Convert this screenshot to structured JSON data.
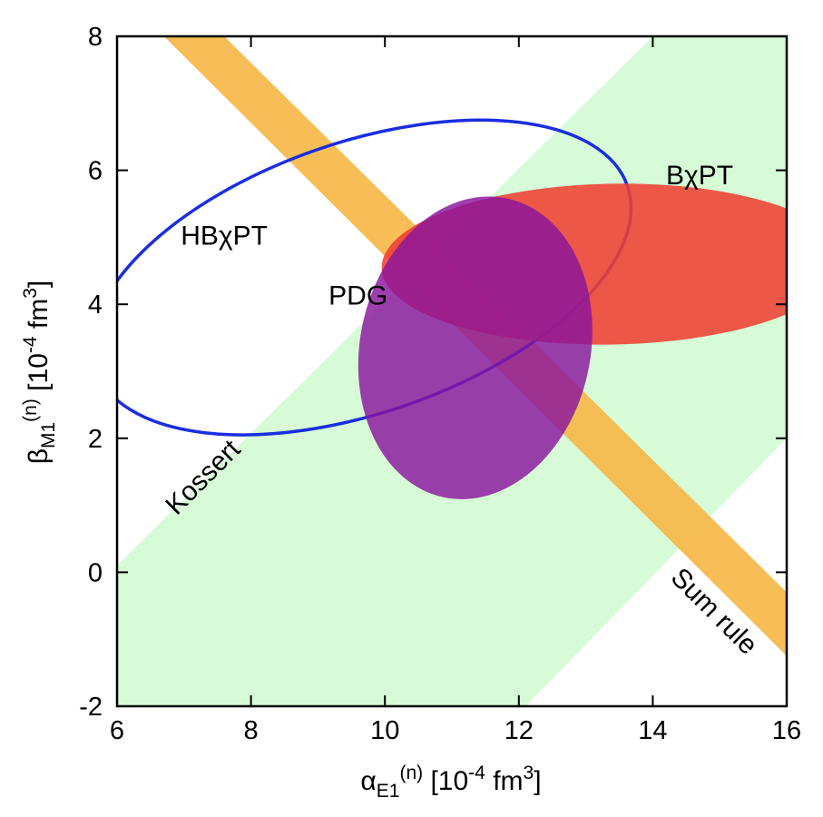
{
  "chart_data": {
    "type": "scatter",
    "x_axis": {
      "label_main": "α",
      "label_sub": "E1",
      "label_sup": "(n)",
      "label_unit_pre": " [10",
      "label_unit_exp": "-4",
      "label_unit_mid": " fm",
      "label_unit_exp2": "3",
      "label_unit_post": "]",
      "range": [
        6,
        16
      ],
      "ticks": [
        6,
        8,
        10,
        12,
        14,
        16
      ],
      "tick_labels": [
        "6",
        "8",
        "10",
        "12",
        "14",
        "16"
      ]
    },
    "y_axis": {
      "label_main": "β",
      "label_sub": "M1",
      "label_sup": "(n)",
      "label_unit_pre": " [10",
      "label_unit_exp": "-4",
      "label_unit_mid": " fm",
      "label_unit_exp2": "3",
      "label_unit_post": "]",
      "range": [
        -2,
        8
      ],
      "ticks": [
        -2,
        0,
        2,
        4,
        6,
        8
      ],
      "tick_labels": [
        "-2",
        "0",
        "2",
        "4",
        "6",
        "8"
      ]
    },
    "grid": false,
    "regions": [
      {
        "label": "Kossert",
        "kind": "band",
        "color": "#d6fbd6",
        "polygon": [
          [
            6,
            0.1
          ],
          [
            6,
            -2
          ],
          [
            12.1,
            -2
          ],
          [
            16,
            2
          ],
          [
            16,
            8
          ],
          [
            14,
            8
          ]
        ]
      },
      {
        "label": "Sum rule",
        "kind": "band",
        "color": "#f6b949",
        "opacity": 0.92,
        "polygon": [
          [
            6.7,
            8
          ],
          [
            7.6,
            8
          ],
          [
            16,
            -0.3
          ],
          [
            16,
            -1.25
          ]
        ]
      },
      {
        "label": "HBχPT",
        "kind": "ellipse-outline",
        "color": "#1a2de0",
        "center": [
          9.65,
          4.4
        ],
        "semi_axes": [
          4.2,
          2.02
        ],
        "rotation_deg": -19
      },
      {
        "label": "BχPT",
        "kind": "ellipse",
        "color": "#ef4033",
        "opacity": 0.88,
        "center": [
          13.4,
          4.6
        ],
        "semi_axes": [
          3.45,
          1.2
        ],
        "rotation_deg": -1
      },
      {
        "label": "PDG",
        "kind": "ellipse",
        "color": "#8a149e",
        "opacity": 0.82,
        "center": [
          11.35,
          3.35
        ],
        "semi_axes": [
          1.72,
          2.28
        ],
        "rotation_deg": 12
      }
    ],
    "annotations": [
      {
        "text": "HBχPT",
        "x": 7.6,
        "y": 5.0,
        "rotation": 0
      },
      {
        "text": "BχPT",
        "x": 14.7,
        "y": 5.9,
        "rotation": 0
      },
      {
        "text": "PDG",
        "x": 9.6,
        "y": 4.1,
        "rotation": 0
      },
      {
        "text": "Kossert",
        "x": 7.3,
        "y": 1.4,
        "rotation": -45
      },
      {
        "text": "Sum rule",
        "x": 14.9,
        "y": -0.6,
        "rotation": 45
      }
    ]
  }
}
